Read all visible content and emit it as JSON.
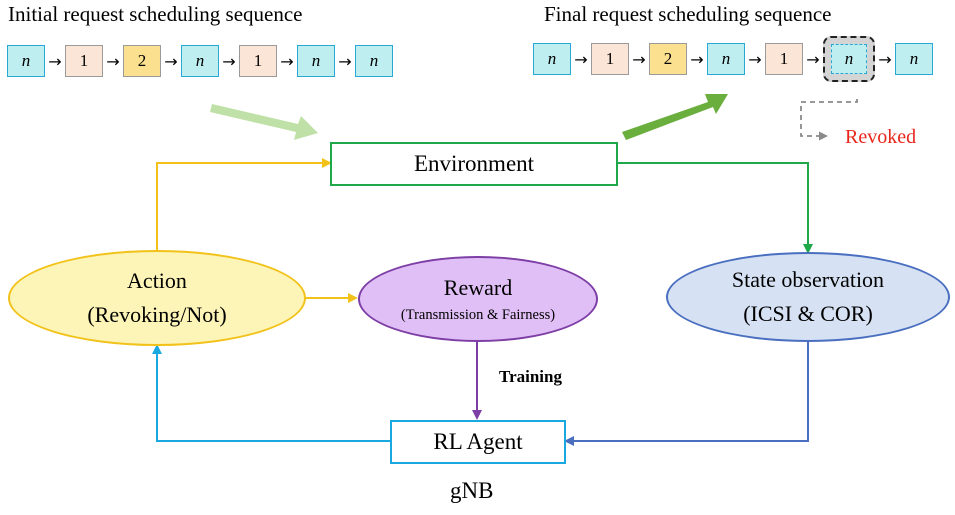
{
  "initial_sequence": {
    "title": "Initial request scheduling sequence",
    "items": [
      "n",
      "1",
      "2",
      "n",
      "1",
      "n",
      "n"
    ]
  },
  "final_sequence": {
    "title": "Final request scheduling sequence",
    "items": [
      "n",
      "1",
      "2",
      "n",
      "1",
      "n",
      "n"
    ],
    "revoked_index": 5,
    "revoked_label": "Revoked"
  },
  "nodes": {
    "environment": "Environment",
    "action": {
      "title": "Action",
      "subtitle": "(Revoking/Not)"
    },
    "reward": {
      "title": "Reward",
      "subtitle": "(Transmission & Fairness)"
    },
    "state": {
      "title": "State observation",
      "subtitle": "(ICSI & COR)"
    },
    "agent": "RL Agent"
  },
  "edge_labels": {
    "training": "Training"
  },
  "footer": "gNB",
  "colors": {
    "environment": "#1fa84a",
    "action_fill": "#fdf5b7",
    "action_border": "#f2c21a",
    "reward_fill": "#e0bff6",
    "reward_border": "#7d3ea6",
    "state_fill": "#d6e2f3",
    "state_border": "#4a6fc0",
    "agent_border": "#1aa8e0",
    "revoked_text": "#e8261c",
    "arrow_light_green": "#bfe1a8",
    "arrow_dark_green": "#6aae3e"
  }
}
